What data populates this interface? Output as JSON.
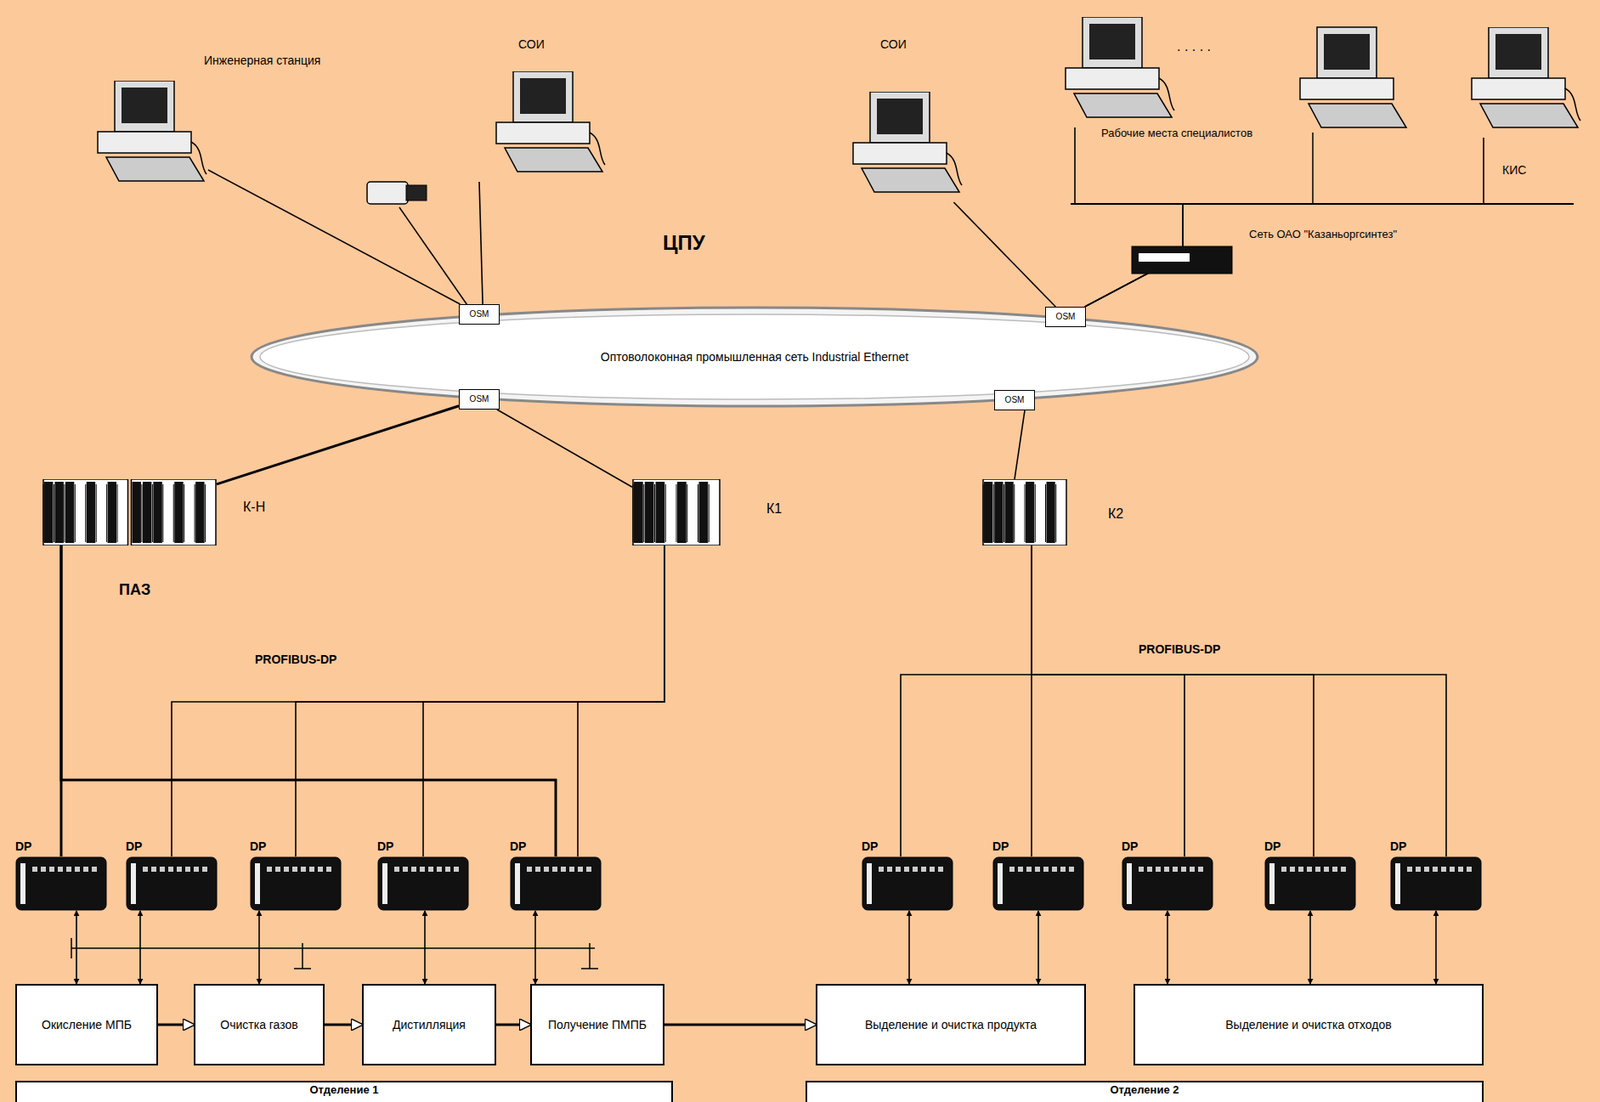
{
  "diagram": {
    "nodes": [
      {
        "text": [
          "Оптоволоконная промышленная сеть Industrial Ethernet"
        ]
      },
      {
        "text": [
          "OSM"
        ]
      },
      {
        "text": [
          "OSM"
        ]
      },
      {
        "text": [
          "OSM"
        ]
      },
      {
        "text": [
          "OSM"
        ]
      },
      {
        "text": [
          "Инженерная станция"
        ]
      },
      {
        "text": [
          "СОИ"
        ]
      },
      {
        "text": [
          "СОИ"
        ]
      },
      {
        "text": [
          "Рабочие места специалистов"
        ]
      },
      {
        "text": [
          "КИС"
        ]
      },
      {
        "text": [
          "К-Н"
        ]
      },
      {
        "text": [
          "К1"
        ]
      },
      {
        "text": [
          "К2"
        ]
      },
      {
        "text": [
          "DP"
        ]
      },
      {
        "text": [
          "DP"
        ]
      },
      {
        "text": [
          "DP"
        ]
      },
      {
        "text": [
          "DP"
        ]
      },
      {
        "text": [
          "DP"
        ]
      },
      {
        "text": [
          "DP"
        ]
      },
      {
        "text": [
          "DP"
        ]
      },
      {
        "text": [
          "DP"
        ]
      },
      {
        "text": [
          "DP"
        ]
      },
      {
        "text": [
          "DP"
        ]
      },
      {
        "text": [
          "Окисление МПБ"
        ]
      },
      {
        "text": [
          "Очистка газов"
        ]
      },
      {
        "text": [
          "Дистилляция"
        ]
      },
      {
        "text": [
          "Получение ПМПБ"
        ]
      },
      {
        "text": [
          "Выделение и очистка продукта"
        ]
      },
      {
        "text": [
          "Выделение и очистка отходов"
        ]
      },
      {
        "text": [
          "Отделение 1"
        ]
      },
      {
        "text": [
          "Отделение 2"
        ]
      }
    ],
    "edges": [
      {
        "from": 1,
        "to": 5,
        "arrow": "none"
      },
      {
        "from": 1,
        "to": 6,
        "arrow": "none"
      },
      {
        "from": 2,
        "to": 10,
        "arrow": "none"
      },
      {
        "from": 2,
        "to": 11,
        "arrow": "none"
      },
      {
        "from": 3,
        "to": 7,
        "arrow": "none"
      },
      {
        "from": 3,
        "to": 8,
        "arrow": "none"
      },
      {
        "from": 3,
        "to": 9,
        "arrow": "none"
      },
      {
        "from": 4,
        "to": 12,
        "arrow": "none"
      },
      {
        "from": 10,
        "to": 13,
        "arrow": "none"
      },
      {
        "from": 10,
        "to": 17,
        "arrow": "none"
      },
      {
        "from": 11,
        "to": 14,
        "arrow": "none"
      },
      {
        "from": 11,
        "to": 15,
        "arrow": "none"
      },
      {
        "from": 11,
        "to": 16,
        "arrow": "none"
      },
      {
        "from": 11,
        "to": 17,
        "arrow": "none"
      },
      {
        "from": 12,
        "to": 19,
        "arrow": "none"
      },
      {
        "from": 12,
        "to": 18,
        "arrow": "none"
      },
      {
        "from": 12,
        "to": 20,
        "arrow": "none"
      },
      {
        "from": 12,
        "to": 21,
        "arrow": "none"
      },
      {
        "from": 12,
        "to": 22,
        "arrow": "none"
      },
      {
        "from": 13,
        "to": 23,
        "arrow": "both"
      },
      {
        "from": 14,
        "to": 23,
        "arrow": "both"
      },
      {
        "from": 15,
        "to": 24,
        "arrow": "both"
      },
      {
        "from": 16,
        "to": 25,
        "arrow": "both"
      },
      {
        "from": 17,
        "to": 26,
        "arrow": "both"
      },
      {
        "from": 18,
        "to": 27,
        "arrow": "both"
      },
      {
        "from": 19,
        "to": 27,
        "arrow": "both"
      },
      {
        "from": 20,
        "to": 28,
        "arrow": "both"
      },
      {
        "from": 21,
        "to": 28,
        "arrow": "both"
      },
      {
        "from": 22,
        "to": 28,
        "arrow": "both"
      },
      {
        "from": 23,
        "to": 24,
        "arrow": "to"
      },
      {
        "from": 24,
        "to": 25,
        "arrow": "to"
      },
      {
        "from": 25,
        "to": 26,
        "arrow": "to"
      },
      {
        "from": 26,
        "to": 27,
        "arrow": "to"
      }
    ],
    "labels": [
      "ЦПУ",
      "ПАЗ",
      "PROFIBUS-DP",
      "PROFIBUS-DP",
      ". . . . .",
      "Сеть ОАО \"Казаньоргсинтез\""
    ]
  }
}
